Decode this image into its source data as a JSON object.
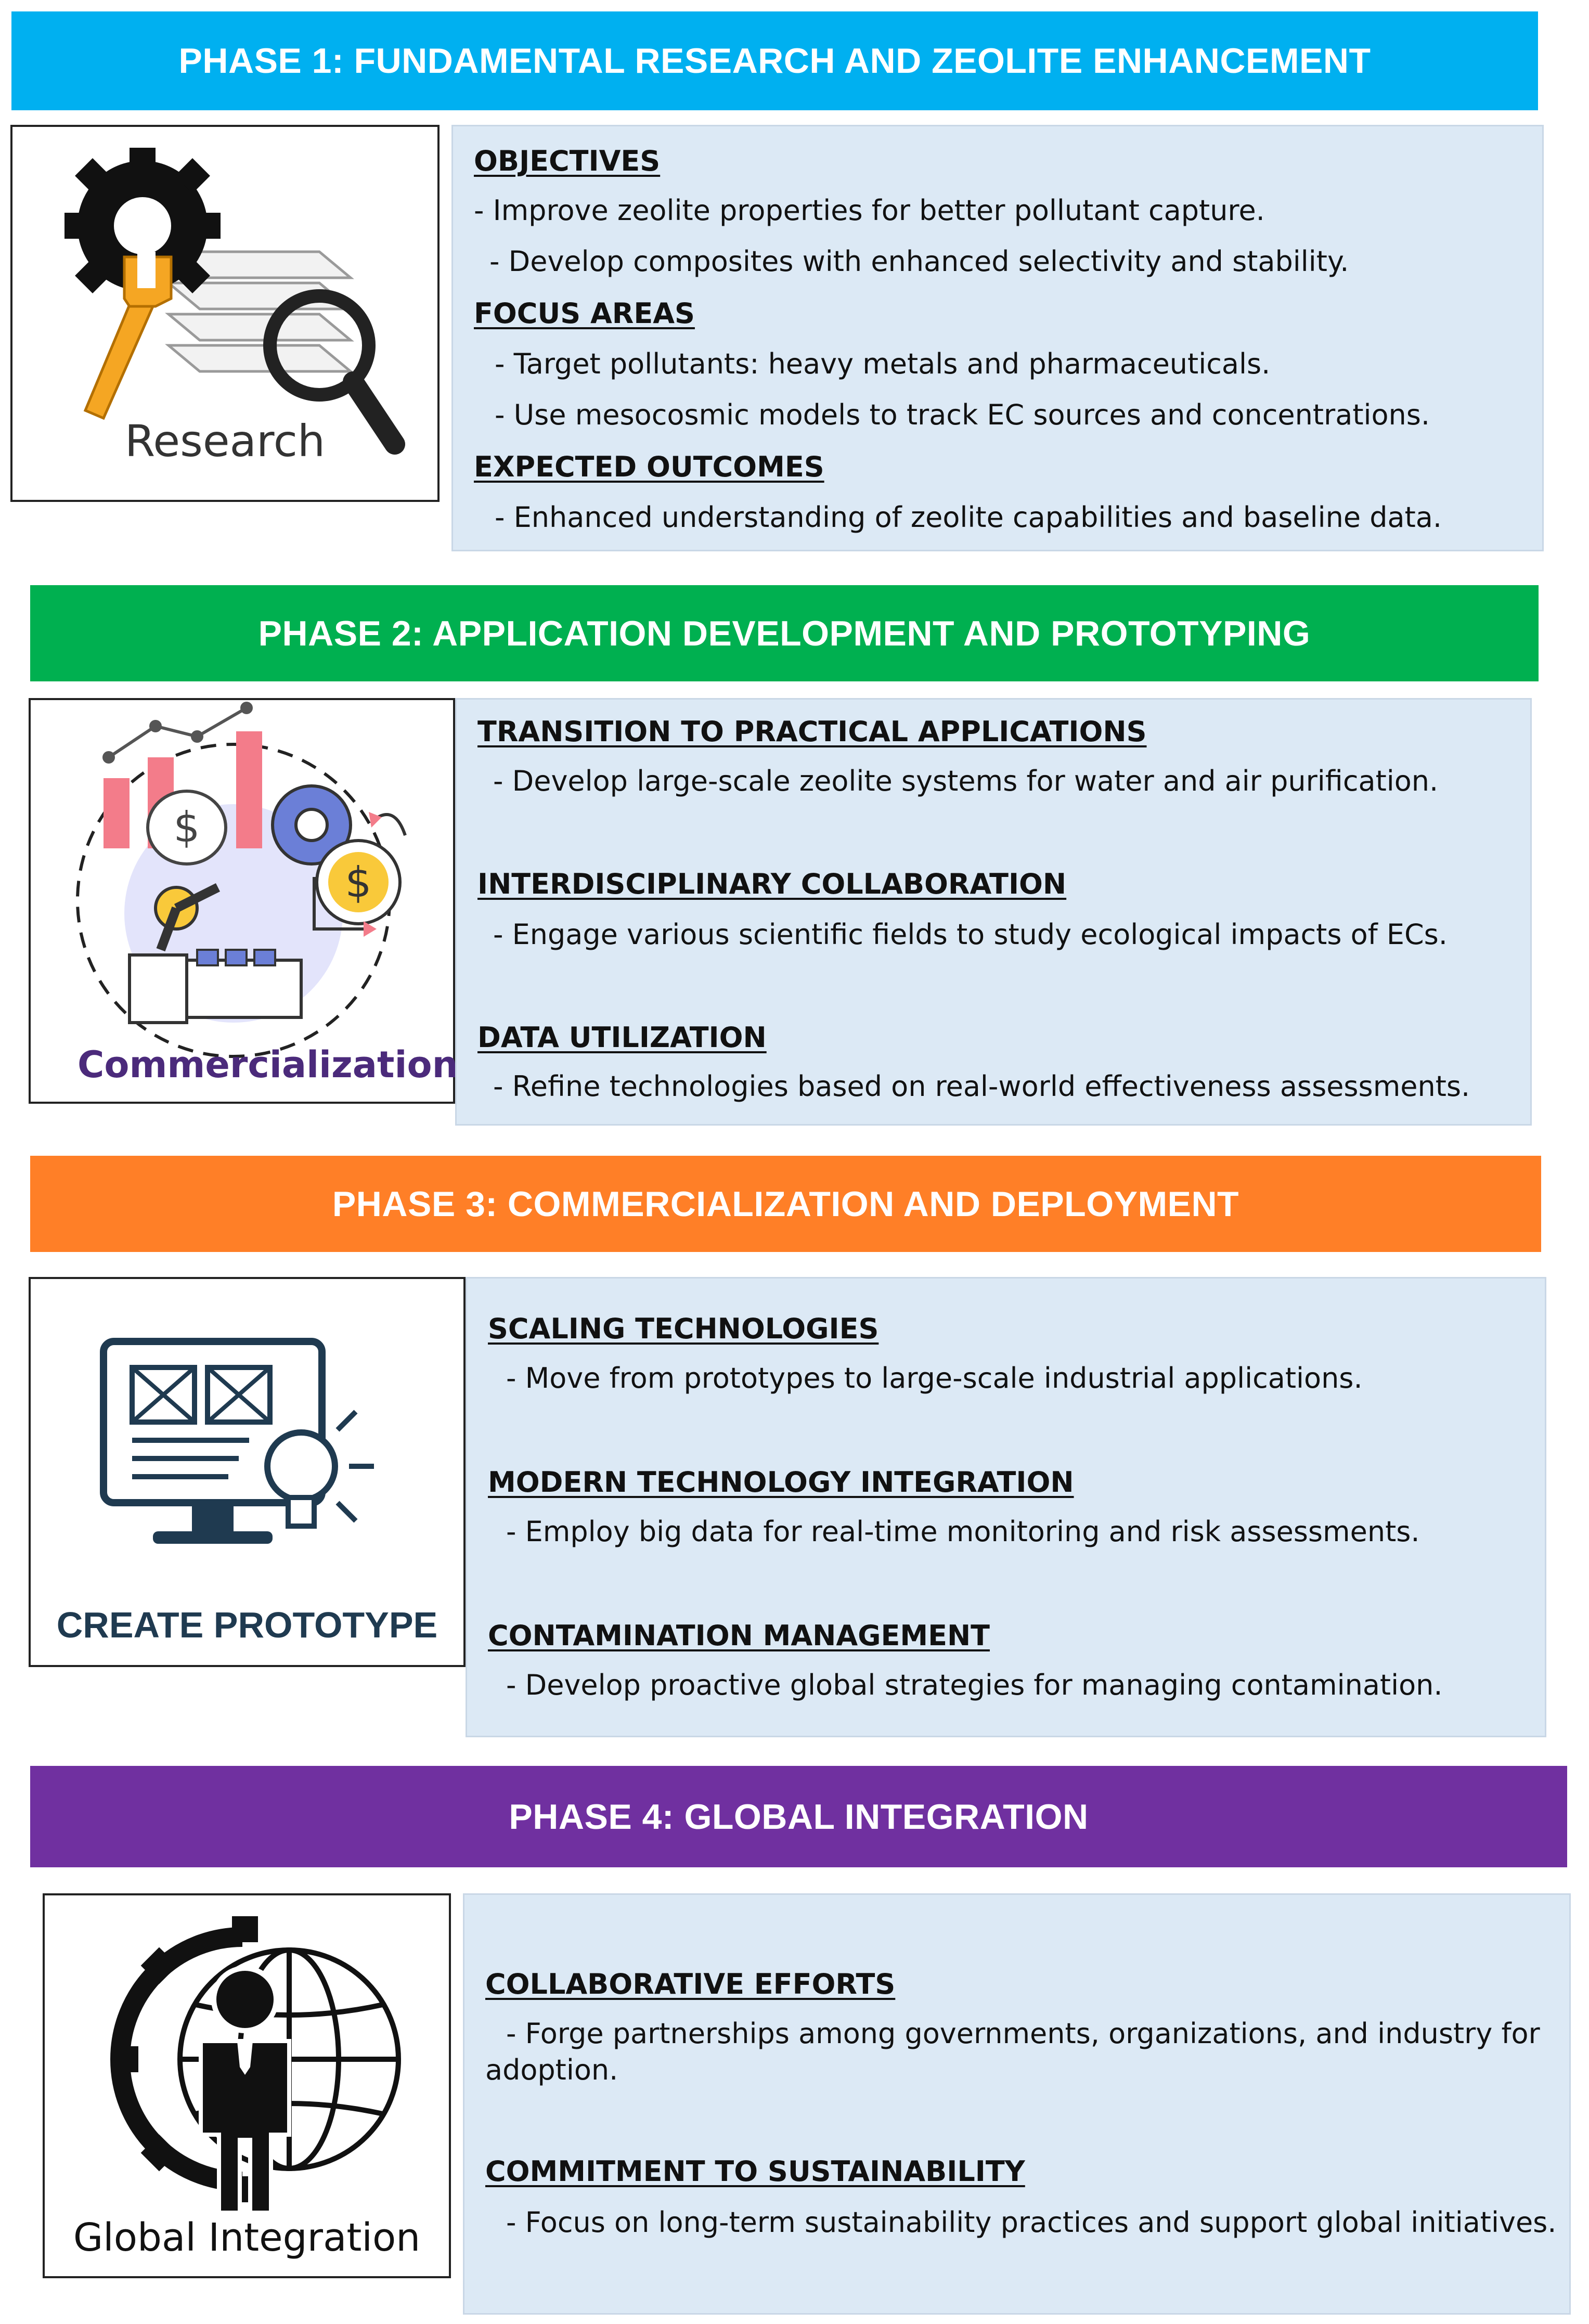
{
  "colors": {
    "phase1": "#00b0f0",
    "phase2": "#00b050",
    "phase3": "#ff7f27",
    "phase4": "#7030a0",
    "panel": "#dce9f5"
  },
  "phases": [
    {
      "title": "PHASE 1: FUNDAMENTAL RESEARCH AND ZEOLITE ENHANCEMENT",
      "icon": "research-icon",
      "caption": "Research",
      "sections": [
        {
          "heading": "OBJECTIVES",
          "items": [
            "- Improve zeolite properties for better pollutant capture.",
            "- Develop composites with enhanced selectivity and stability."
          ]
        },
        {
          "heading": "FOCUS AREAS",
          "items": [
            "- Target pollutants: heavy metals and pharmaceuticals.",
            "- Use mesocosmic models to track EC sources and concentrations."
          ]
        },
        {
          "heading": "EXPECTED OUTCOMES",
          "items": [
            "- Enhanced understanding of zeolite capabilities and baseline data."
          ]
        }
      ]
    },
    {
      "title": "PHASE 2: APPLICATION DEVELOPMENT AND PROTOTYPING",
      "icon": "commercialization-icon",
      "caption": "Commercialization",
      "sections": [
        {
          "heading": "TRANSITION TO PRACTICAL APPLICATIONS",
          "items": [
            "- Develop large-scale zeolite systems for water and air purification."
          ]
        },
        {
          "heading": "INTERDISCIPLINARY COLLABORATION",
          "items": [
            "- Engage various scientific fields to study ecological impacts of ECs."
          ]
        },
        {
          "heading": "DATA UTILIZATION",
          "items": [
            "- Refine technologies based on real-world effectiveness assessments."
          ]
        }
      ]
    },
    {
      "title": "PHASE 3: COMMERCIALIZATION AND DEPLOYMENT",
      "icon": "prototype-icon",
      "caption": "CREATE PROTOTYPE",
      "sections": [
        {
          "heading": "SCALING TECHNOLOGIES",
          "items": [
            "- Move from prototypes to large-scale industrial applications."
          ]
        },
        {
          "heading": "MODERN TECHNOLOGY INTEGRATION",
          "items": [
            "- Employ big data for real-time monitoring and risk assessments."
          ]
        },
        {
          "heading": "CONTAMINATION MANAGEMENT",
          "items": [
            "- Develop proactive global strategies for managing contamination."
          ]
        }
      ]
    },
    {
      "title": "PHASE 4: GLOBAL INTEGRATION",
      "icon": "global-integration-icon",
      "caption": "Global Integration",
      "sections": [
        {
          "heading": "COLLABORATIVE EFFORTS",
          "items": [
            "- Forge partnerships among governments, organizations, and industry for",
            "adoption."
          ]
        },
        {
          "heading": "COMMITMENT TO SUSTAINABILITY",
          "items": [
            "- Focus on long-term sustainability practices and support global initiatives."
          ]
        }
      ]
    }
  ]
}
